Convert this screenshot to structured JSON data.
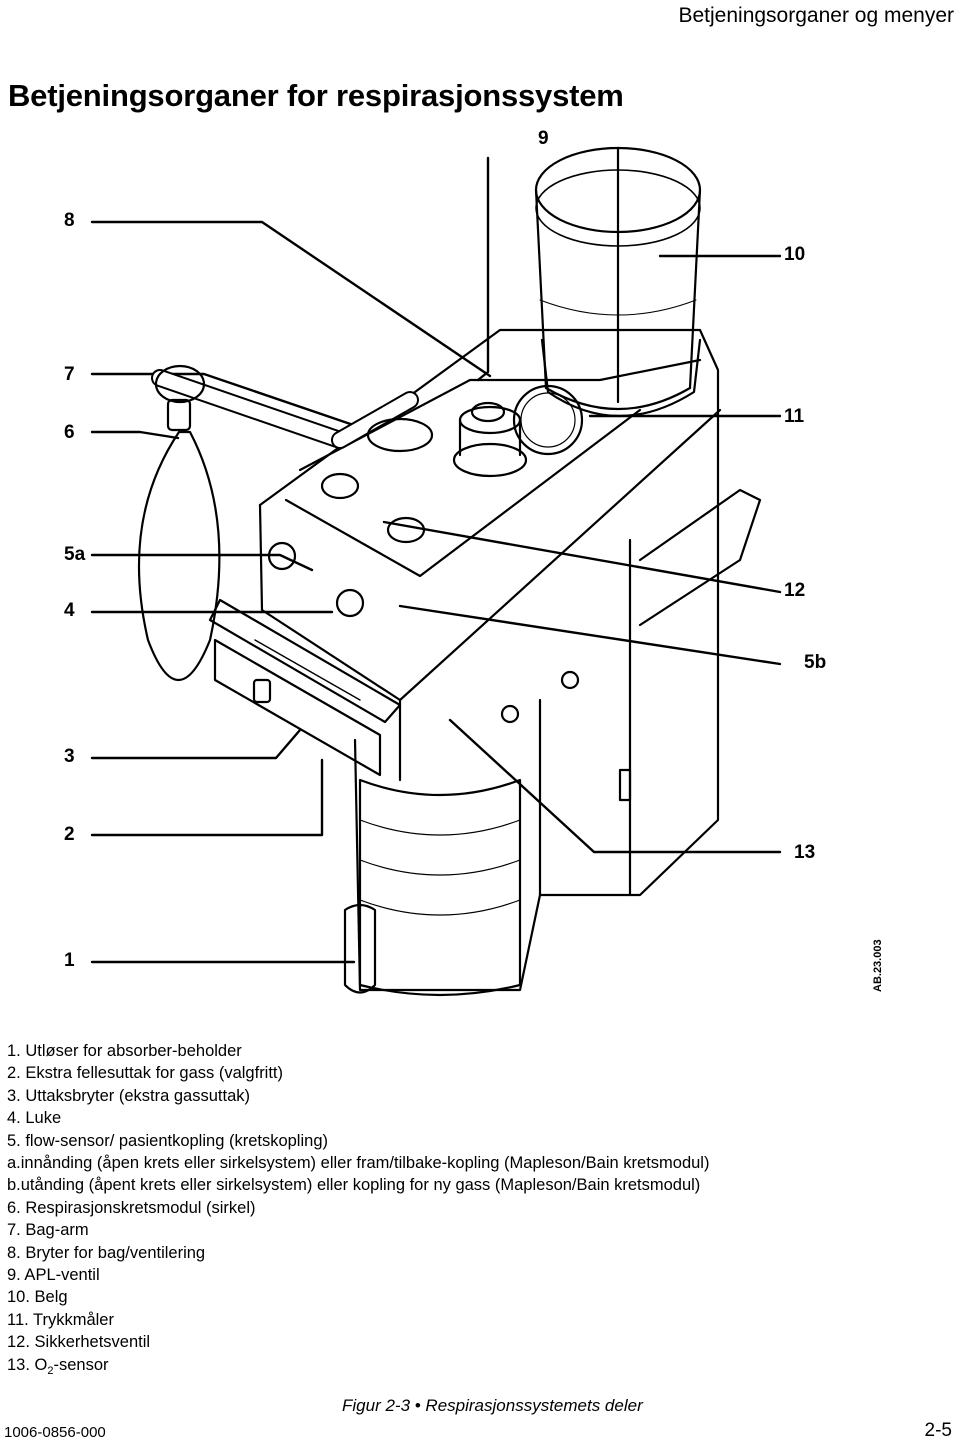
{
  "header": {
    "section_title": "Betjeningsorganer og menyer"
  },
  "page": {
    "title": "Betjeningsorganer for respirasjonssystem"
  },
  "figure": {
    "callouts": {
      "c9": "9",
      "c8": "8",
      "c10": "10",
      "c7": "7",
      "c6": "6",
      "c11": "11",
      "c5a": "5a",
      "c4": "4",
      "c12": "12",
      "c5b": "5b",
      "c3": "3",
      "c2": "2",
      "c13": "13",
      "c1": "1"
    },
    "code": "AB.23.003",
    "caption": "Figur 2-3 • Respirasjonssystemets deler"
  },
  "legend": {
    "items": [
      "1.  Utløser for absorber-beholder",
      "2.  Ekstra fellesuttak for gass (valgfritt)",
      "3.  Uttaksbryter (ekstra gassuttak)",
      "4.  Luke",
      "5.  flow-sensor/ pasientkopling (kretskopling)",
      "a.innånding (åpen krets eller sirkelsystem) eller fram/tilbake-kopling (Mapleson/Bain kretsmodul)",
      "b.utånding (åpent krets eller sirkelsystem) eller kopling for ny gass (Mapleson/Bain kretsmodul)",
      "6.  Respirasjonskretsmodul (sirkel)",
      "7.  Bag-arm",
      "8.  Bryter for bag/ventilering",
      "9.  APL-ventil",
      "10. Belg",
      "11. Trykkmåler",
      "12. Sikkerhetsventil"
    ],
    "item13_prefix": "13. O",
    "item13_sub": "2",
    "item13_suffix": "-sensor"
  },
  "footer": {
    "doc_number": "1006-0856-000",
    "page_number": "2-5"
  }
}
